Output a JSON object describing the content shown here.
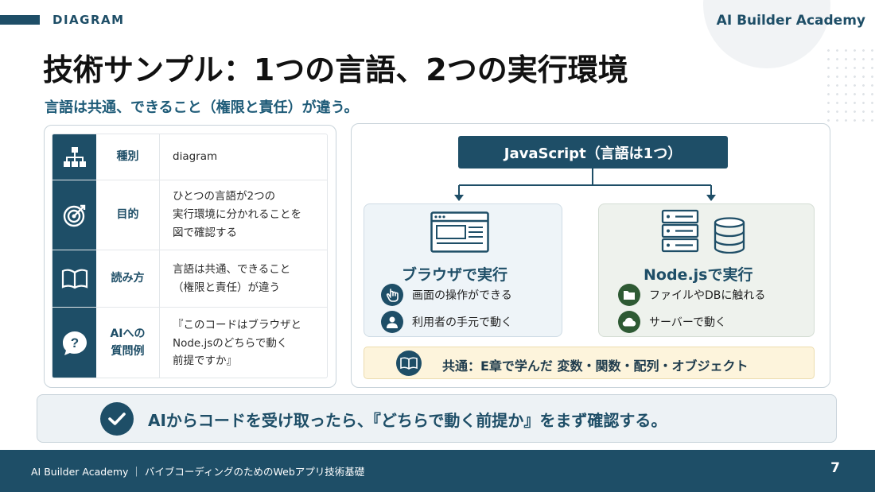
{
  "header": {
    "section_label": "DIAGRAM",
    "brand": "AI Builder Academy",
    "title": "技術サンプル：1つの言語、2つの実行環境",
    "subtitle": "言語は共通、できること（権限と責任）が違う。"
  },
  "info_table": [
    {
      "icon": "hierarchy-icon",
      "label": "種別",
      "value": "diagram"
    },
    {
      "icon": "target-icon",
      "label": "目的",
      "value": "ひとつの言語が2つの\n実行環境に分かれることを\n図で確認する"
    },
    {
      "icon": "book-icon",
      "label": "読み方",
      "value": "言語は共通、できること\n（権限と責任）が違う"
    },
    {
      "icon": "question-icon",
      "label": "AIへの\n質問例",
      "value": "『このコードはブラウザと\nNode.jsのどちらで動く\n前提ですか』"
    }
  ],
  "diagram": {
    "root": "JavaScript（言語は1つ）",
    "browser": {
      "title": "ブラウザで実行",
      "items": [
        {
          "icon": "hand-pointer-icon",
          "text": "画面の操作ができる"
        },
        {
          "icon": "user-icon",
          "text": "利用者の手元で動く"
        }
      ]
    },
    "node": {
      "title": "Node.jsで実行",
      "items": [
        {
          "icon": "folder-icon",
          "text": "ファイルやDBに触れる"
        },
        {
          "icon": "cloud-icon",
          "text": "サーバーで動く"
        }
      ]
    },
    "common": "共通：E章で学んだ 変数・関数・配列・オブジェクト"
  },
  "callout": "AIからコードを受け取ったら、『どちらで動く前提か』をまず確認する。",
  "footer": {
    "text": "AI Builder Academy ｜ バイブコーディングのためのWebアプリ技術基礎",
    "page": "7"
  },
  "colors": {
    "primary": "#1e4e67",
    "browser_bg": "#eef4f8",
    "node_bg": "#eef2ed",
    "common_bg": "#fdf4dc",
    "node_icon": "#2e5a34"
  }
}
